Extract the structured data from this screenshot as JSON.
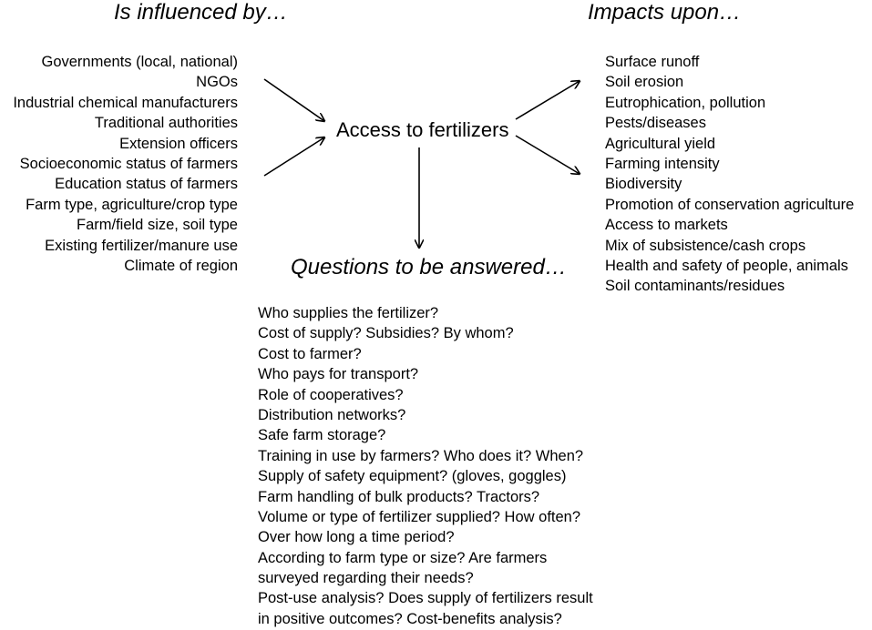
{
  "center": "Access to fertilizers",
  "headings": {
    "influenced": "Is influenced by…",
    "impacts": "Impacts upon…",
    "questions": "Questions to be answered…"
  },
  "influences": [
    "Governments (local, national)",
    "NGOs",
    "Industrial chemical manufacturers",
    "Traditional authorities",
    "Extension officers",
    "Socioeconomic status of farmers",
    "Education status of farmers",
    "Farm type, agriculture/crop type",
    "Farm/field size, soil type",
    "Existing fertilizer/manure use",
    "Climate of region"
  ],
  "impacts": [
    "Surface runoff",
    "Soil erosion",
    "Eutrophication, pollution",
    "Pests/diseases",
    "Agricultural yield",
    "Farming intensity",
    "Biodiversity",
    "Promotion of conservation agriculture",
    "Access to markets",
    "Mix of subsistence/cash crops",
    "Health and safety of people, animals",
    "Soil contaminants/residues"
  ],
  "questions": [
    "Who supplies the fertilizer?",
    "Cost of supply? Subsidies? By whom?",
    "Cost to farmer?",
    "Who pays for transport?",
    "Role of cooperatives?",
    "Distribution networks?",
    "Safe farm storage?",
    "Training in use by farmers? Who does it? When?",
    "Supply of safety equipment? (gloves, goggles)",
    "Farm handling of bulk products? Tractors?",
    "Volume or type of fertilizer supplied? How often?",
    "Over how long a time period?",
    "According to farm type or size? Are farmers",
    "surveyed regarding their needs?",
    "Post-use analysis? Does supply of fertilizers result",
    "in positive outcomes? Cost-benefits analysis?"
  ]
}
